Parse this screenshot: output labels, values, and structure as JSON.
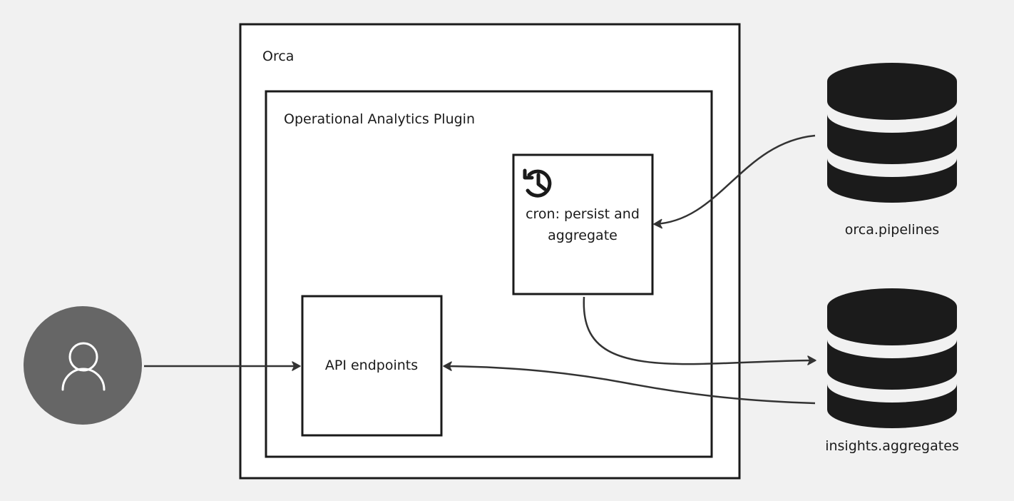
{
  "diagram": {
    "outer_container": {
      "label": "Orca"
    },
    "inner_container": {
      "label": "Operational Analytics Plugin"
    },
    "cron_box": {
      "label_line1": "cron: persist and",
      "label_line2": "aggregate",
      "icon": "history-icon"
    },
    "api_box": {
      "label": "API endpoints"
    },
    "databases": [
      {
        "label": "orca.pipelines",
        "icon": "database-icon"
      },
      {
        "label": "insights.aggregates",
        "icon": "database-icon"
      }
    ],
    "user": {
      "icon": "user-icon"
    }
  },
  "colors": {
    "background": "#f1f1f1",
    "box_fill": "#ffffff",
    "stroke": "#1a1a1a",
    "database": "#1b1b1b",
    "user_circle": "#666666",
    "edge": "#333333"
  }
}
